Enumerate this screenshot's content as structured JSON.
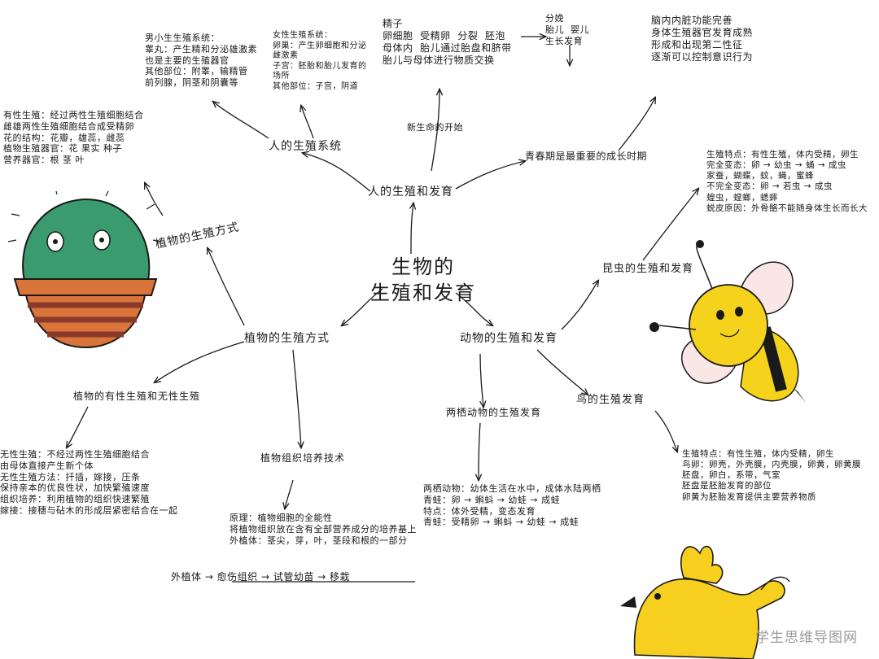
{
  "center": {
    "line1": "生物的",
    "line2": "生殖和发育"
  },
  "branches": {
    "human": "人的生殖和发育",
    "plant": "植物的生殖方式",
    "animal": "动物的生殖和发育"
  },
  "human": {
    "system": "人的生殖系统",
    "male": "男小生生殖系统：\n睾丸：产生精和分泌雄激素\n也是主要的生殖器官\n其他部位：附睾，输精管\n前列腺，阴茎和阴囊等",
    "female": "女性生殖系统：\n卵巢：产生卵细胞和分泌\n雌激素\n子宫：胚胎和胎儿发育的\n场所\n其他部位：子宫，阴道",
    "embryo_top": "精子\n卵细胞  受精卵  分裂  胚泡\n母体内  胎儿通过胎盘和脐带\n胎儿与母体进行物质交换",
    "infancy": "分娩\n胎儿  婴儿\n生长发育",
    "fertilize": "新生命的开始",
    "puberty_label": "青春期是最重要的成长时期",
    "puberty": "脑内内脏功能完善\n身体生殖器官发育成熟\n形成和出现第二性征\n逐渐可以控制意识行为"
  },
  "plant_features": {
    "intro": "有性生殖：经过两性生殖细胞结合\n雌雄两性生殖细胞结合成受精卵\n花的结构：花瓣，雄蕊，雌蕊\n植物生殖器官：花 果实 种子\n营养器官：根 茎 叶",
    "label": "植物的生殖方式"
  },
  "plant": {
    "asexual_label": "植物的有性生殖和无性生殖",
    "asexual": "无性生殖：不经过两性生殖细胞结合\n由母体直接产生新个体\n无性生殖方法：扦插，嫁接，压条\n保持亲本的优良性状，加快繁殖速度\n组织培养：利用植物的组织快速繁殖\n嫁接：接穗与砧木的形成层紧密结合在一起",
    "tissue_label": "植物组织培养技术",
    "tissue": "原理：植物细胞的全能性\n将植物组织放在含有全部营养成分的培养基上\n外植体：茎尖，芽，叶，茎段和根的一部分",
    "flow": "外植体  →  愈伤组织  →  试管幼苗  →  移栽"
  },
  "animal": {
    "insect_label": "昆虫的生殖和发育",
    "insect": "生殖特点：有性生殖，体内受精，卵生\n完全变态：卵 → 幼虫 → 蛹 → 成虫\n家蚕，蝴蝶，蚊，蝇，蜜蜂\n不完全变态：卵 → 若虫 → 成虫\n蝗虫，螳螂，蟋蟀\n蜕皮原因：外骨骼不能随身体生长而长大",
    "frog_label": "两栖动物的生殖发育",
    "frog": "两栖动物：幼体生活在水中，成体水陆两栖\n青蛙：卵 → 蝌蚪 → 幼蛙 → 成蛙\n特点：体外受精，变态发育\n青蛙：受精卵 → 蝌蚪 → 幼蛙 → 成蛙",
    "bird_label": "鸟的生殖发育",
    "bird": "生殖特点：有性生殖，体内受精，卵生\n鸟卵：卵壳，外壳膜，内壳膜，卵黄，卵黄膜\n胚盘，卵白，系带，气室\n胚盘是胚胎发育的部位\n卵黄为胚胎发育提供主要营养物质"
  },
  "watermark": "学生思维导图网",
  "colors": {
    "cactus_green": "#3a9b6e",
    "pot_orange": "#d9743a",
    "pot_stripe": "#8a3a2a",
    "bee_yellow": "#f5d31c",
    "bird_yellow": "#f7cf1e",
    "wing_pink": "#fbe6e6",
    "ink": "#1a1a1a"
  },
  "icons": [
    "cactus",
    "bee",
    "bird"
  ]
}
